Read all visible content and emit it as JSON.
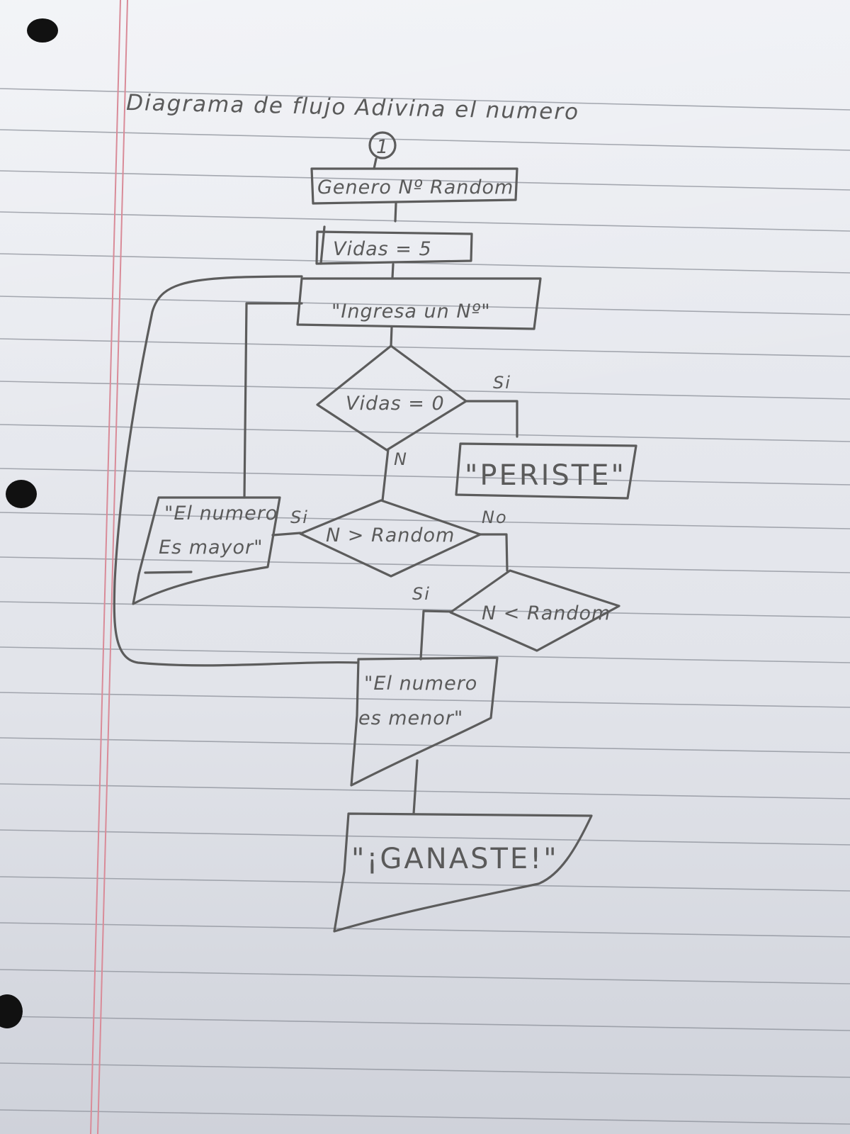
{
  "title": "Diagrama de flujo Adivina el numero",
  "nodes": {
    "start": "1",
    "generate": "Genero Nº Random",
    "lives": "Vidas = 5",
    "input": "\"Ingresa un Nº\"",
    "lives_check": "Vidas = 0",
    "lost": "\"PERISTE\"",
    "greater_check": "N > Random",
    "greater_msg_line1": "\"El numero",
    "greater_msg_line2": "Es mayor\"",
    "less_check": "N < Random",
    "less_msg_line1": "\"El numero",
    "less_msg_line2": "es menor\"",
    "win": "\"¡GANASTE!\""
  },
  "edge_labels": {
    "lives_yes": "Si",
    "lives_no": "N",
    "greater_yes": "Si",
    "greater_no": "No",
    "less_yes": "Si"
  },
  "colors": {
    "paper": "#e8eaef",
    "rule_line": "#8c9099",
    "margin_line": "#d98b98",
    "pencil": "#5c5c5c"
  }
}
